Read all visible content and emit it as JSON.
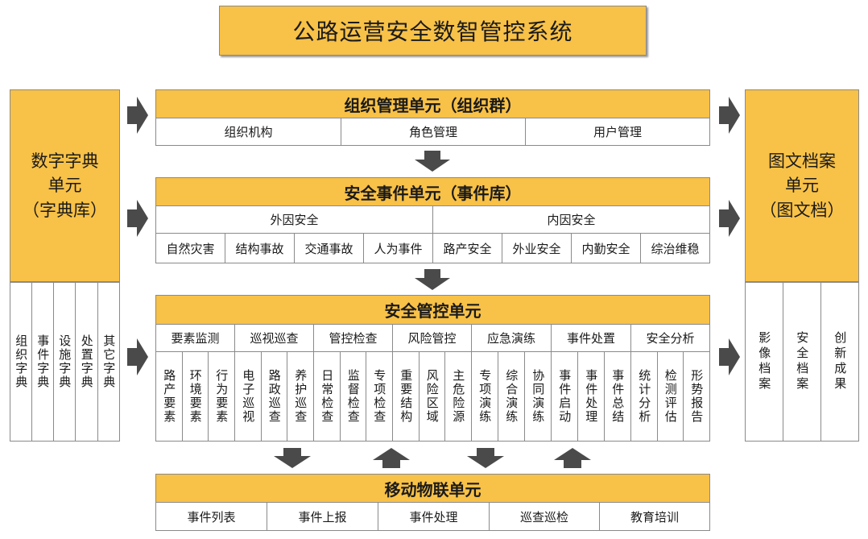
{
  "title": "公路运营安全数智管控系统",
  "left": {
    "header_lines": [
      "数字字典",
      "单元",
      "（字典库）"
    ],
    "items": [
      "组织字典",
      "事件字典",
      "设施字典",
      "处置字典",
      "其它字典"
    ]
  },
  "right": {
    "header_lines": [
      "图文档案",
      "单元",
      "（图文档）"
    ],
    "items": [
      "影像档案",
      "安全档案",
      "创新成果"
    ]
  },
  "org": {
    "header": "组织管理单元（组织群）",
    "items": [
      "组织机构",
      "角色管理",
      "用户管理"
    ]
  },
  "event": {
    "header": "安全事件单元（事件库）",
    "groups": [
      {
        "label": "外因安全",
        "items": [
          "自然灾害",
          "结构事故",
          "交通事故",
          "人为事件"
        ]
      },
      {
        "label": "内因安全",
        "items": [
          "路产安全",
          "外业安全",
          "内勤安全",
          "综治维稳"
        ]
      }
    ]
  },
  "control": {
    "header": "安全管控单元",
    "groups": [
      {
        "label": "要素监测",
        "items": [
          "路产要素",
          "环境要素",
          "行为要素"
        ]
      },
      {
        "label": "巡视巡查",
        "items": [
          "电子巡视",
          "路政巡查",
          "养护巡查"
        ]
      },
      {
        "label": "管控检查",
        "items": [
          "日常检查",
          "监督检查",
          "专项检查"
        ]
      },
      {
        "label": "风险管控",
        "items": [
          "重要结构",
          "风险区域",
          "主危险源"
        ]
      },
      {
        "label": "应急演练",
        "items": [
          "专项演练",
          "综合演练",
          "协同演练"
        ]
      },
      {
        "label": "事件处置",
        "items": [
          "事件启动",
          "事件处理",
          "事件总结"
        ]
      },
      {
        "label": "安全分析",
        "items": [
          "统计分析",
          "检测评估",
          "形势报告"
        ]
      }
    ]
  },
  "mobile": {
    "header": "移动物联单元",
    "items": [
      "事件列表",
      "事件上报",
      "事件处理",
      "巡查巡检",
      "教育培训"
    ]
  },
  "colors": {
    "gold": "#f8c147",
    "arrow": "#4a4a4a",
    "border": "#8a8a8a"
  },
  "icons": {
    "right_arrow": "arrow-right-icon",
    "down_arrow": "arrow-down-icon",
    "up_arrow": "arrow-up-icon"
  }
}
